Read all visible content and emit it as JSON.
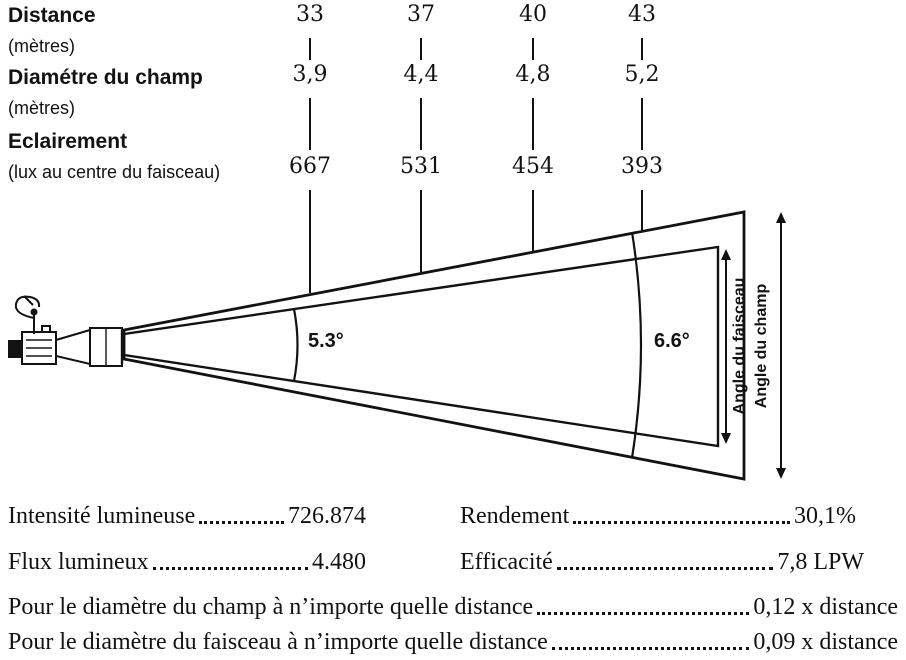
{
  "header": {
    "distance_label": "Distance",
    "distance_unit": "(mètres)",
    "diameter_label": "Diamétre du champ",
    "diameter_unit": "(mètres)",
    "illuminance_label": "Eclairement",
    "illuminance_unit": "(lux au centre du faisceau)"
  },
  "columns": [
    {
      "distance": "33",
      "field_diameter": "3,9",
      "illuminance": "667"
    },
    {
      "distance": "37",
      "field_diameter": "4,4",
      "illuminance": "531"
    },
    {
      "distance": "40",
      "field_diameter": "4,8",
      "illuminance": "454"
    },
    {
      "distance": "43",
      "field_diameter": "5,2",
      "illuminance": "393"
    }
  ],
  "beam": {
    "beam_angle": "5.3°",
    "field_angle": "6.6°",
    "beam_angle_label": "Angle du faisceau",
    "field_angle_label": "Angle du champ"
  },
  "stats": {
    "intensity": {
      "label": "Intensité lumineuse",
      "value": "726.874"
    },
    "rendement": {
      "label": "Rendement",
      "value": "30,1%"
    },
    "flux": {
      "label": "Flux lumineux",
      "value": "4.480"
    },
    "efficacite": {
      "label": "Efficacité",
      "value": "7,8 LPW"
    },
    "champ_rule": {
      "label": "Pour le diamètre du champ à n’importe quelle distance",
      "value": "0,12 x distance"
    },
    "faisceau_rule": {
      "label": "Pour le diamètre du faisceau à n’importe quelle distance",
      "value": "0,09 x distance"
    }
  },
  "colors": {
    "ink": "#121212",
    "background": "#ffffff"
  }
}
